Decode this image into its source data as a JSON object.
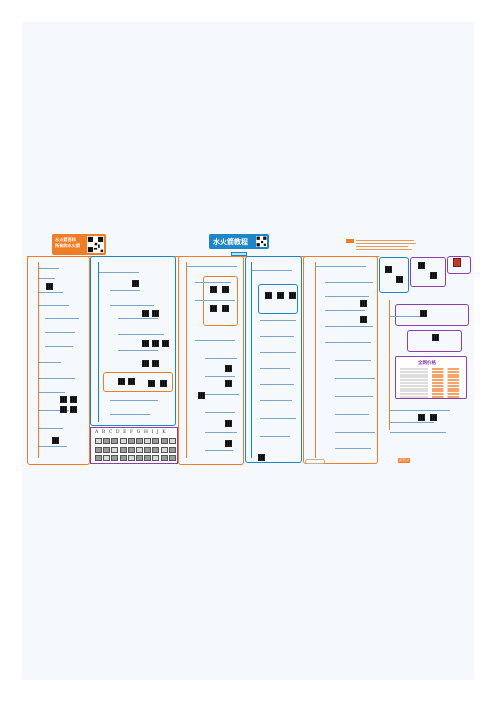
{
  "header": {
    "main_title": "水火箭教程",
    "side_title_line1": "水火箭百科",
    "side_title_line2": "所有的水火箭"
  },
  "grid_table": {
    "columns": [
      "A",
      "B",
      "C",
      "D",
      "E",
      "F",
      "G",
      "H",
      "I",
      "J",
      "K"
    ]
  },
  "price_box": {
    "title": "全网价格"
  },
  "badge": {
    "label": "返回目录"
  },
  "colors": {
    "accent_orange": "#f07c26",
    "accent_blue": "#1d86c8",
    "accent_purple": "#8b3fae",
    "page_bg": "#f5f9fd"
  }
}
